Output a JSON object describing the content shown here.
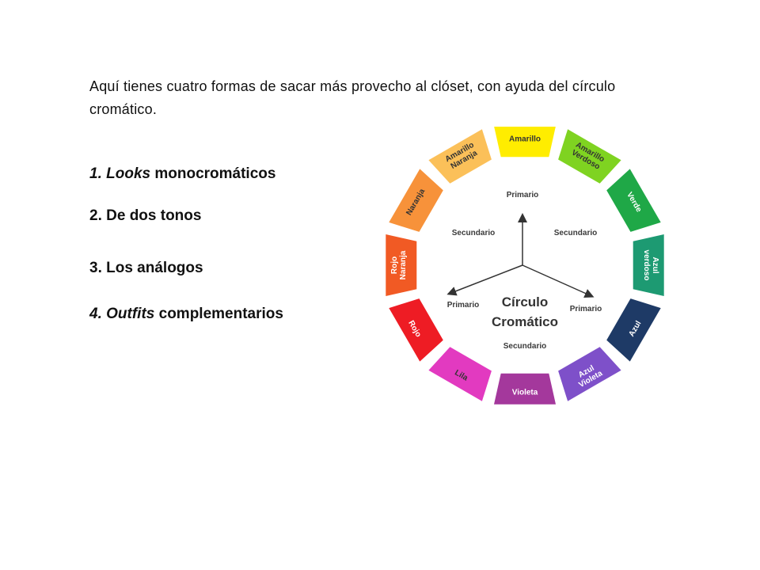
{
  "intro_text": "Aquí tienes cuatro formas de sacar más provecho al clóset, con ayuda del círculo cromático.",
  "list": [
    {
      "number": "1. ",
      "emphasis": "Looks",
      "rest": " monocromáticos"
    },
    {
      "number": "",
      "emphasis": "",
      "rest": "2. De dos tonos"
    },
    {
      "number": "",
      "emphasis": "",
      "rest": "3. Los análogos"
    },
    {
      "number": "4. ",
      "emphasis": "Outfits",
      "rest": " complementarios"
    }
  ],
  "wheel": {
    "center_title_line1": "Círculo",
    "center_title_line2": "Cromático",
    "type_labels": {
      "primario_top": "Primario",
      "primario_left": "Primario",
      "primario_right": "Primario",
      "secundario_left": "Secundario",
      "secundario_right": "Secundario",
      "secundario_bottom": "Secundario"
    },
    "segments": [
      {
        "lines": [
          "Amarillo"
        ],
        "color": "#ffed00",
        "text_color": "#333333"
      },
      {
        "lines": [
          "Amarillo",
          "Verdoso"
        ],
        "color": "#7fd321",
        "text_color": "#333333"
      },
      {
        "lines": [
          "Verde"
        ],
        "color": "#1fa847",
        "text_color": "#ffffff"
      },
      {
        "lines": [
          "Azul",
          "verdoso"
        ],
        "color": "#1d9a72",
        "text_color": "#ffffff"
      },
      {
        "lines": [
          "Azul"
        ],
        "color": "#1e3a66",
        "text_color": "#ffffff"
      },
      {
        "lines": [
          "Azul",
          "Violeta"
        ],
        "color": "#7e50c9",
        "text_color": "#ffffff"
      },
      {
        "lines": [
          "Violeta"
        ],
        "color": "#a4389c",
        "text_color": "#ffffff"
      },
      {
        "lines": [
          "Lila"
        ],
        "color": "#e23ac0",
        "text_color": "#333333"
      },
      {
        "lines": [
          "Rojo"
        ],
        "color": "#ee1c24",
        "text_color": "#ffffff"
      },
      {
        "lines": [
          "Rojo",
          "Naranja"
        ],
        "color": "#f15a24",
        "text_color": "#ffffff"
      },
      {
        "lines": [
          "Naranja"
        ],
        "color": "#f7923a",
        "text_color": "#333333"
      },
      {
        "lines": [
          "Amarillo",
          "Naranja"
        ],
        "color": "#fbc059",
        "text_color": "#333333"
      }
    ]
  }
}
